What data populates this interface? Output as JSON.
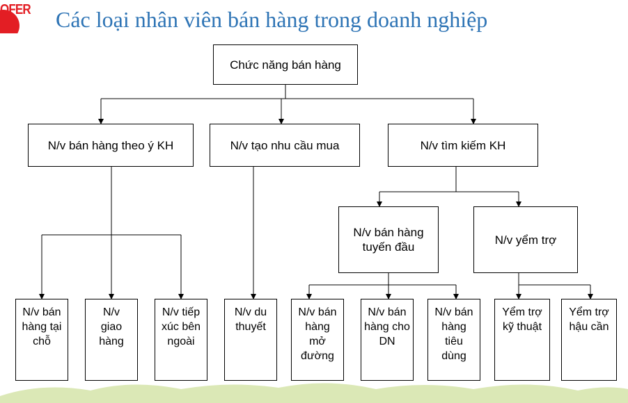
{
  "header": {
    "logo_text": "OFER",
    "title": "Các loại nhân viên bán hàng trong doanh nghiệp"
  },
  "colors": {
    "title": "#2e74b5",
    "logo": "#e31e24",
    "decor": "#dbe8b6"
  },
  "diagram": {
    "root": "Chức năng bán hàng",
    "level1": [
      "N/v bán hàng theo ý KH",
      "N/v tạo nhu cầu mua",
      "N/v tìm kiếm KH"
    ],
    "level2": [
      "N/v bán hàng tuyến đầu",
      "N/v yểm trợ"
    ],
    "leaves": [
      "N/v bán hàng tại chỗ",
      "N/v giao hàng",
      "N/v tiếp xúc bên ngoài",
      "N/v du thuyết",
      "N/v bán hàng mở đường",
      "N/v bán hàng cho DN",
      "N/v bán hàng tiêu dùng",
      "Yểm trợ kỹ thuật",
      "Yểm trợ hậu cần"
    ]
  }
}
